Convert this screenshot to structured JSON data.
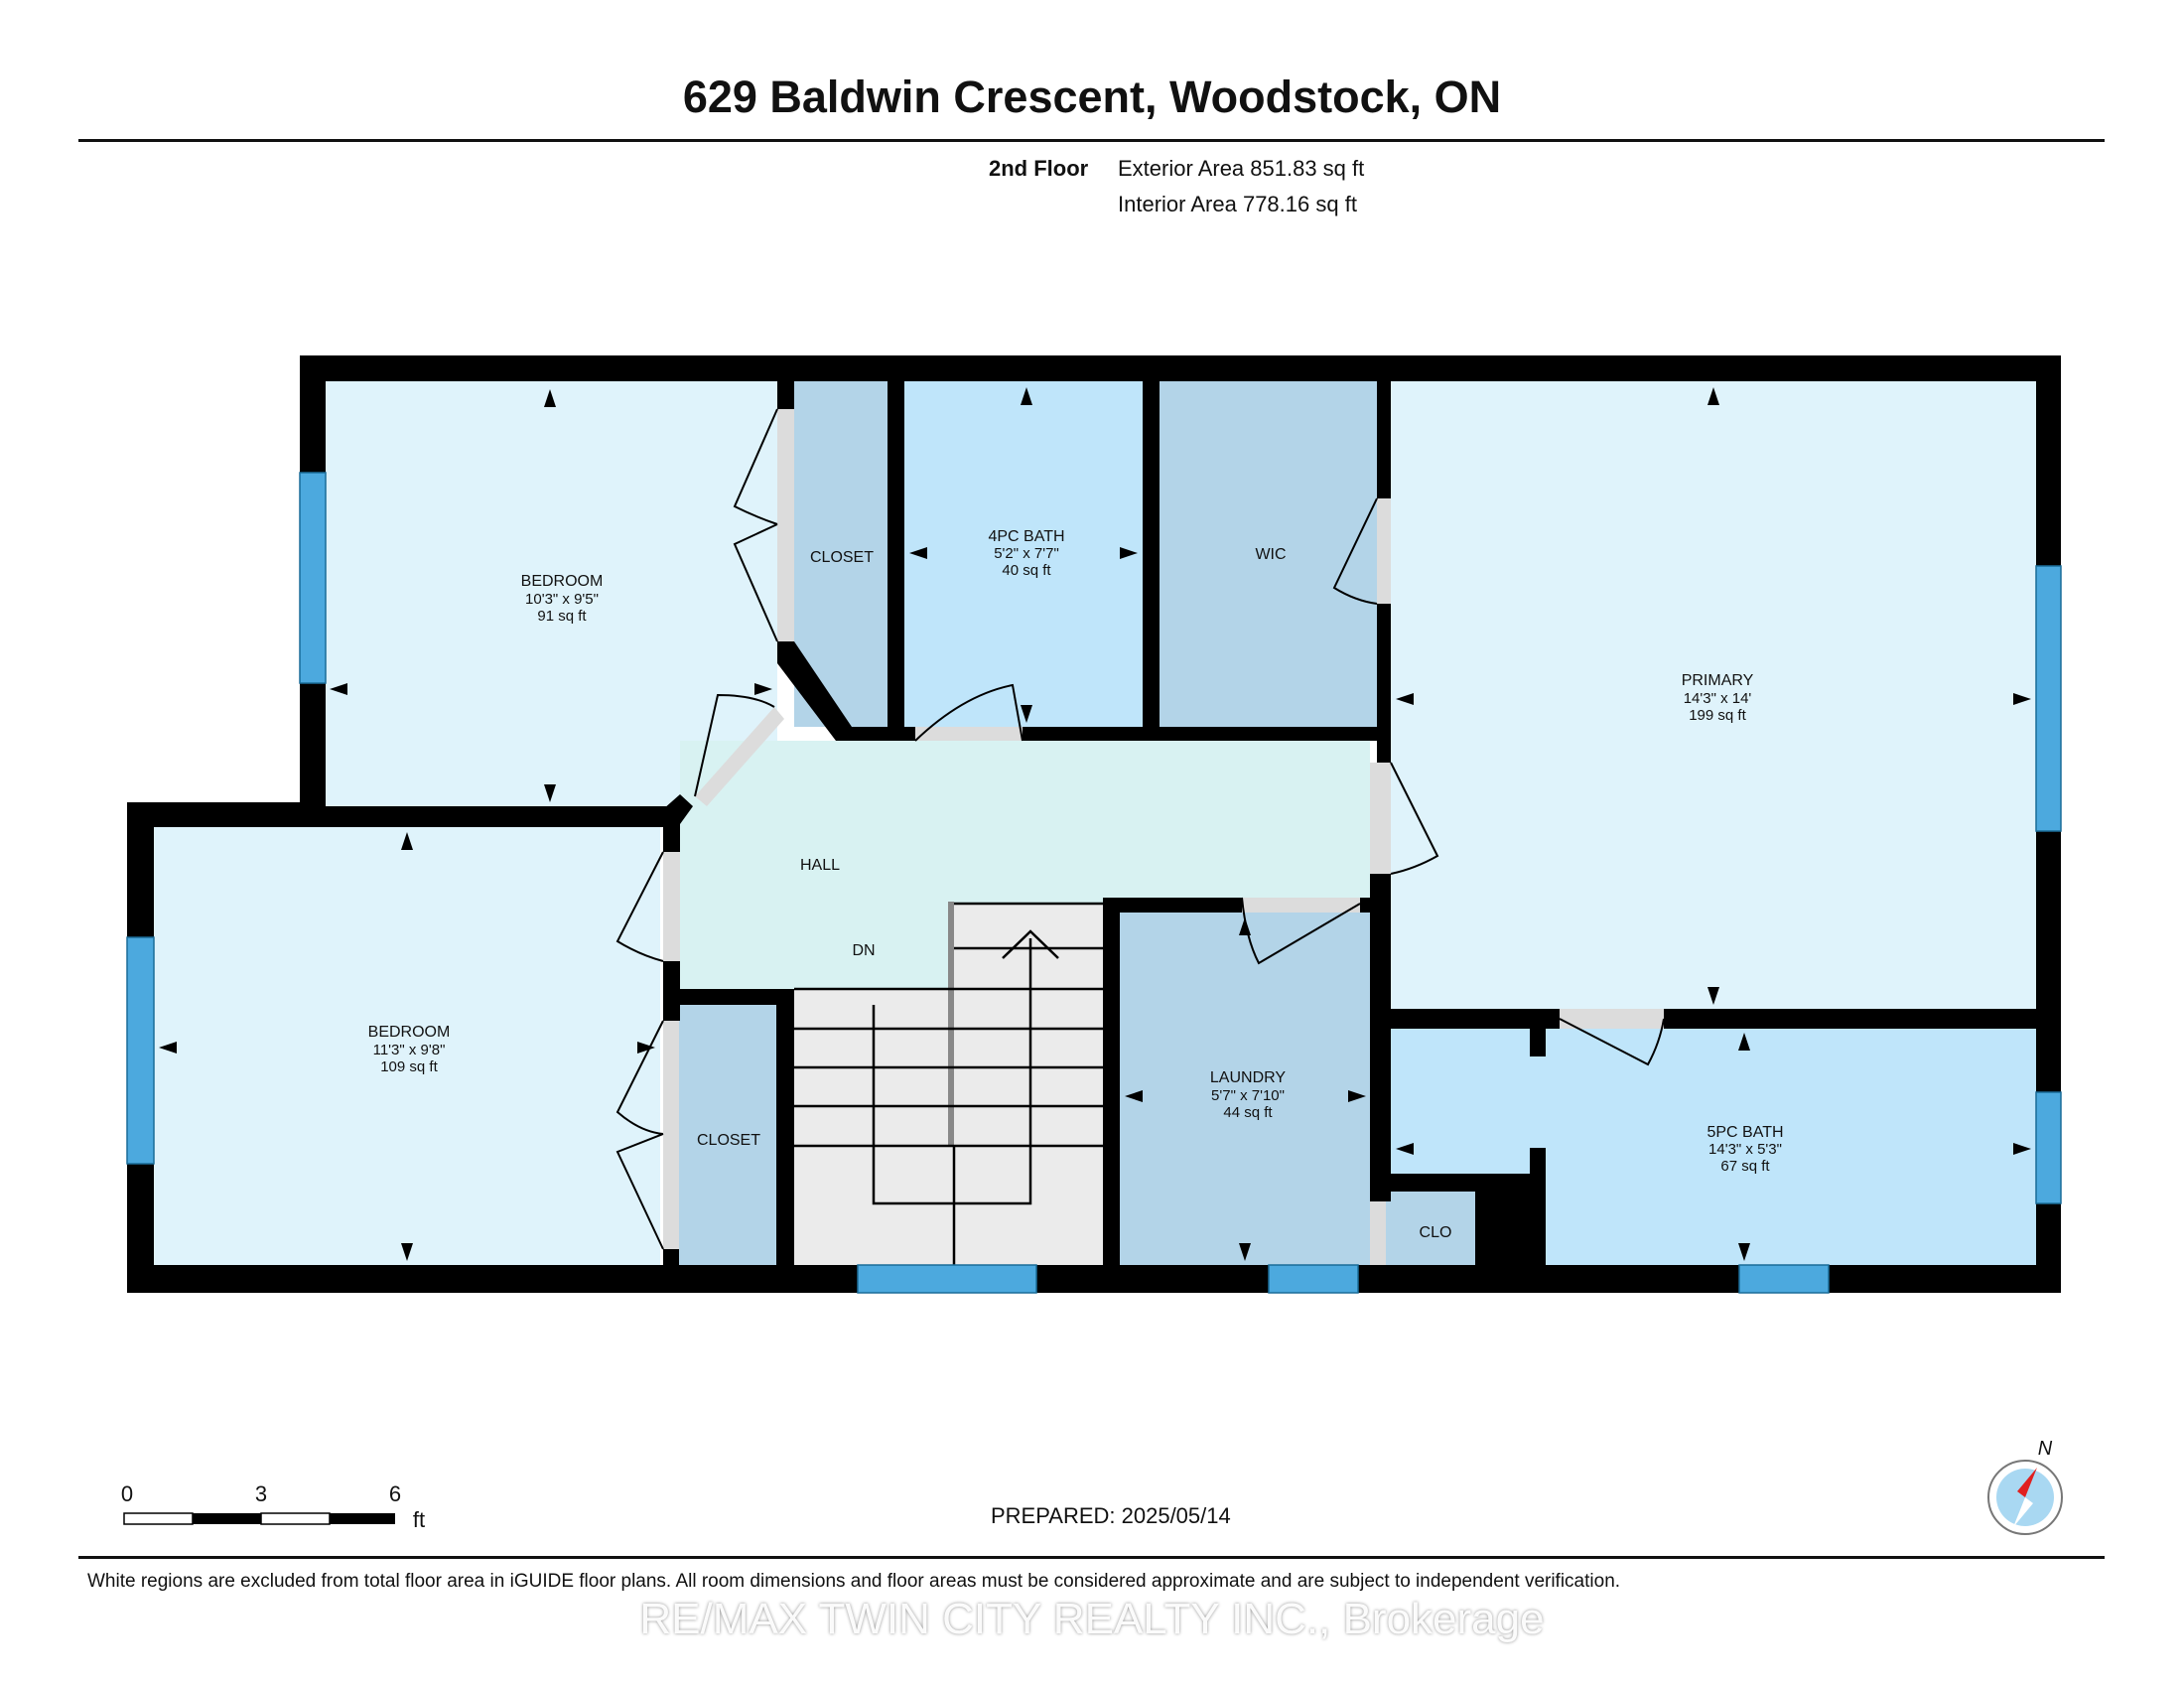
{
  "header": {
    "title": "629 Baldwin Crescent, Woodstock, ON",
    "floor": "2nd Floor",
    "exterior_area": "Exterior Area 851.83 sq ft",
    "interior_area": "Interior Area 778.16 sq ft"
  },
  "rooms": {
    "bedroom_top": {
      "name": "BEDROOM",
      "dims": "10'3\" x 9'5\"",
      "area": "91 sq ft"
    },
    "closet_top": {
      "name": "CLOSET"
    },
    "bath_4pc": {
      "name": "4PC BATH",
      "dims": "5'2\" x 7'7\"",
      "area": "40 sq ft"
    },
    "wic": {
      "name": "WIC"
    },
    "primary": {
      "name": "PRIMARY",
      "dims": "14'3\" x 14'",
      "area": "199 sq ft"
    },
    "hall": {
      "name": "HALL"
    },
    "stairs_dn": {
      "name": "DN"
    },
    "bedroom_bottom": {
      "name": "BEDROOM",
      "dims": "11'3\" x 9'8\"",
      "area": "109 sq ft"
    },
    "closet_bottom": {
      "name": "CLOSET"
    },
    "laundry": {
      "name": "LAUNDRY",
      "dims": "5'7\" x 7'10\"",
      "area": "44 sq ft"
    },
    "bath_5pc": {
      "name": "5PC BATH",
      "dims": "14'3\" x 5'3\"",
      "area": "67 sq ft"
    },
    "clo": {
      "name": "CLO"
    }
  },
  "colors": {
    "wall": "#000000",
    "bedroom": "#dff3fb",
    "bath": "#bfe5fa",
    "closet": "#b3d4e8",
    "hall": "#d8f2f2",
    "stairs": "#ebebeb",
    "window": "#4ca9de",
    "door_opening": "#dcdcdc"
  },
  "scale": {
    "labels": [
      "0",
      "3",
      "6"
    ],
    "unit": "ft"
  },
  "compass": {
    "label": "N"
  },
  "footer": {
    "prepared": "PREPARED: 2025/05/14",
    "disclaimer": "White regions are excluded from total floor area in iGUIDE floor plans. All room dimensions and floor areas must be considered approximate and are subject to independent verification.",
    "watermark": "RE/MAX TWIN CITY REALTY INC., Brokerage"
  }
}
